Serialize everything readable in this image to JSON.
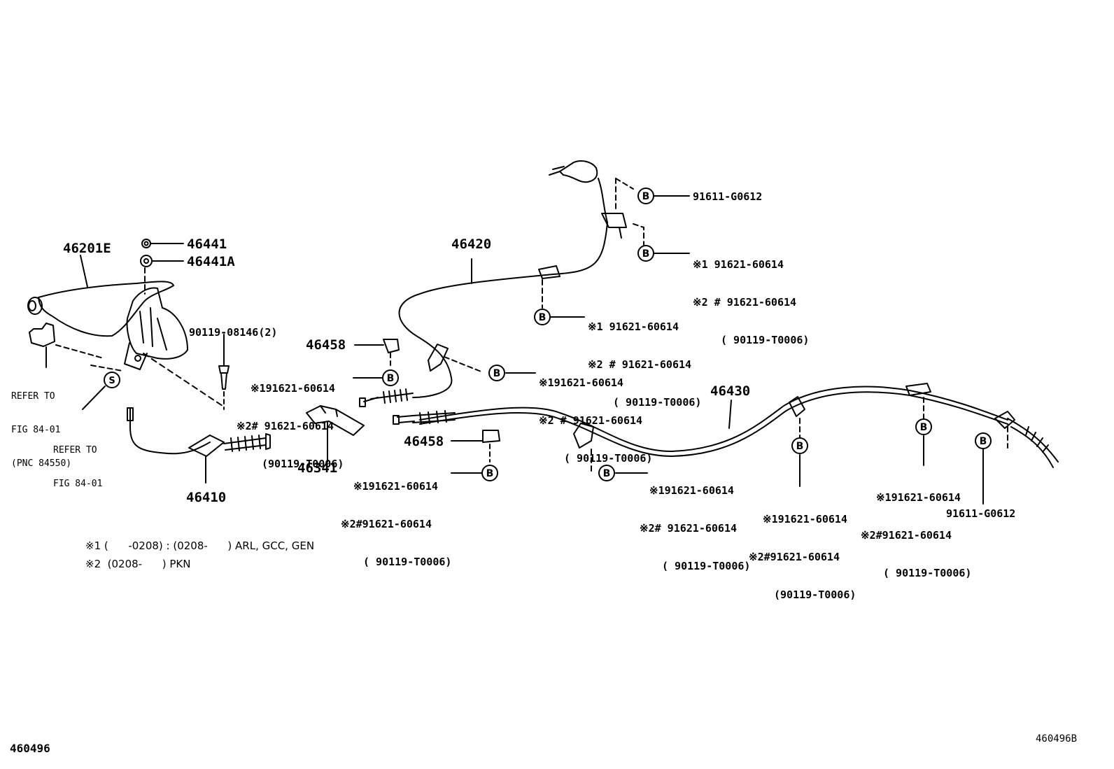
{
  "parts": {
    "p46201e": "46201E",
    "p46441": "46441",
    "p46441a": "46441A",
    "p46420": "46420",
    "p46430": "46430",
    "p46458a": "46458",
    "p46458b": "46458",
    "p46341": "46341",
    "p46410": "46410",
    "p90119_08146": "90119-08146(2)",
    "p91611_top": "91611-G0612",
    "p91611_right": "91611-G0612"
  },
  "refs": {
    "fig_a1": "REFER TO",
    "fig_a2": "FIG 84-01",
    "fig_a3": "(PNC 84550)",
    "fig_b1": "REFER TO",
    "fig_b2": "FIG 84-01"
  },
  "callouts": {
    "g1": {
      "l1": "※1 91621-60614",
      "l2": "※2 # 91621-60614",
      "l3": "( 90119-T0006)"
    },
    "g2": {
      "l1": "※1 91621-60614",
      "l2": "※2 # 91621-60614",
      "l3": "( 90119-T0006)"
    },
    "g3": {
      "l1": "※191621-60614",
      "l2": "※2 # 91621-60614",
      "l3": "( 90119-T0006)"
    },
    "g4": {
      "l1": "※191621-60614",
      "l2": "※2# 91621-60614",
      "l3": "(90119-T0006)"
    },
    "g5": {
      "l1": "※191621-60614",
      "l2": "※2#91621-60614",
      "l3": "( 90119-T0006)"
    },
    "g6": {
      "l1": "※191621-60614",
      "l2": "※2# 91621-60614",
      "l3": "( 90119-T0006)"
    },
    "g7": {
      "l1": "※191621-60614",
      "l2": "※2#91621-60614",
      "l3": "(90119-T0006)"
    },
    "g8": {
      "l1": "※191621-60614",
      "l2": "※2#91621-60614",
      "l3": "( 90119-T0006)"
    }
  },
  "markers": {
    "b": "B",
    "s": "S"
  },
  "notes": {
    "n1": "※1 (      -0208) : (0208-      ) ARL, GCC, GEN",
    "n2": "※2  (0208-      ) PKN"
  },
  "footer": {
    "left": "460496",
    "right": "460496B"
  }
}
